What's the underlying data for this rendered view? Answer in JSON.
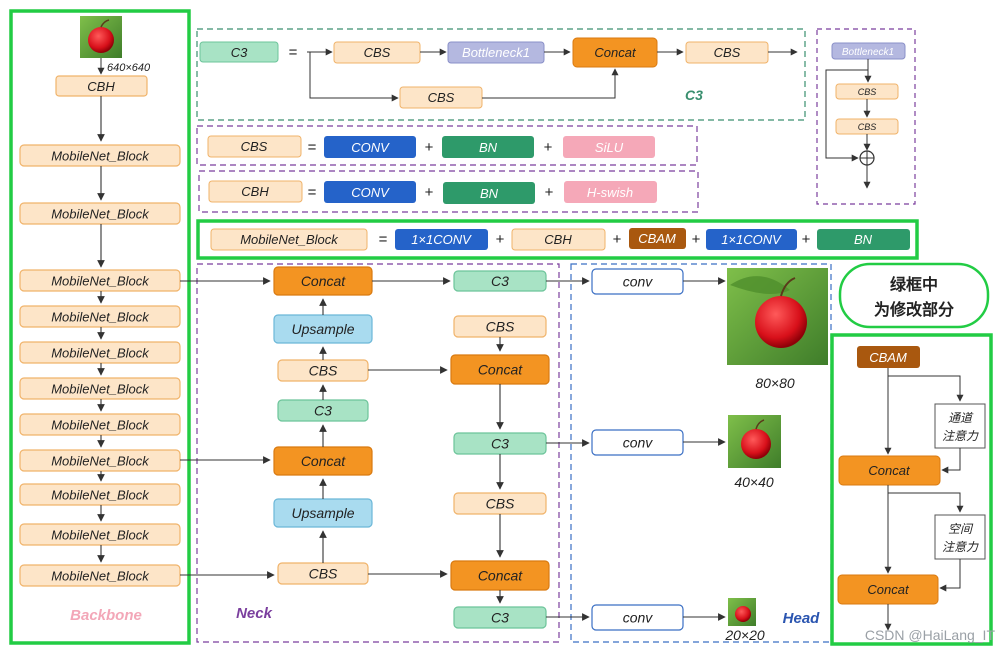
{
  "backbone": {
    "label": "Backbone",
    "input_size": "640×640",
    "input_block": "CBH",
    "blocks": [
      "MobileNet_Block",
      "MobileNet_Block",
      "MobileNet_Block",
      "MobileNet_Block",
      "MobileNet_Block",
      "MobileNet_Block",
      "MobileNet_Block",
      "MobileNet_Block",
      "MobileNet_Block",
      "MobileNet_Block",
      "MobileNet_Block"
    ]
  },
  "definitions": {
    "c3": {
      "name": "C3",
      "eq": "=",
      "cbs1": "CBS",
      "bottleneck": "Bottleneck1",
      "concat": "Concat",
      "cbs2": "CBS",
      "cbs3": "CBS",
      "caption": "C3"
    },
    "cbs": {
      "name": "CBS",
      "eq": "=",
      "conv": "CONV",
      "plus1": "+",
      "bn": "BN",
      "plus2": "+",
      "act": "SiLU"
    },
    "cbh": {
      "name": "CBH",
      "eq": "=",
      "conv": "CONV",
      "plus1": "+",
      "bn": "BN",
      "plus2": "+",
      "act": "H-swish"
    },
    "mobilenet": {
      "name": "MobileNet_Block",
      "eq": "=",
      "conv1": "1×1CONV",
      "plus1": "+",
      "cbh": "CBH",
      "plus2": "+",
      "cbam": "CBAM",
      "plus3": "+",
      "conv2": "1×1CONV",
      "plus4": "+",
      "bn": "BN"
    },
    "bottleneck": {
      "title": "Bottleneck1",
      "cbs1": "CBS",
      "cbs2": "CBS"
    }
  },
  "neck": {
    "label": "Neck",
    "col1": [
      "Concat",
      "Upsample",
      "CBS",
      "C3",
      "Concat",
      "Upsample",
      "CBS"
    ],
    "col2": [
      "C3",
      "CBS",
      "Concat",
      "C3",
      "CBS",
      "Concat",
      "C3"
    ]
  },
  "head": {
    "label": "Head",
    "convs": [
      "conv",
      "conv",
      "conv"
    ],
    "sizes": [
      "80×80",
      "40×40",
      "20×20"
    ]
  },
  "note": {
    "line1": "绿框中",
    "line2": "为修改部分"
  },
  "cbam": {
    "title": "CBAM",
    "channel_attn_1": "通道",
    "channel_attn_2": "注意力",
    "concat1": "Concat",
    "spatial_attn_1": "空间",
    "spatial_attn_2": "注意力",
    "concat2": "Concat"
  },
  "watermark": "CSDN @HaiLang_IT",
  "colors": {
    "green": "#22cc44",
    "purple": "#7b3f9e",
    "teal": "#3a8f6f",
    "blue": "#3a6fc4",
    "orange": "#f39422",
    "cbsfill": "#fde5c8",
    "cbsstroke": "#f0b36a",
    "convblue": "#2563c9",
    "bngreen": "#2e9a6a",
    "silupink": "#f5a8b8",
    "cbambrown": "#a9580f",
    "c3green": "#a8e3c5",
    "upsample": "#a9dbef",
    "bottleneckfill": "#b4b8e0"
  }
}
